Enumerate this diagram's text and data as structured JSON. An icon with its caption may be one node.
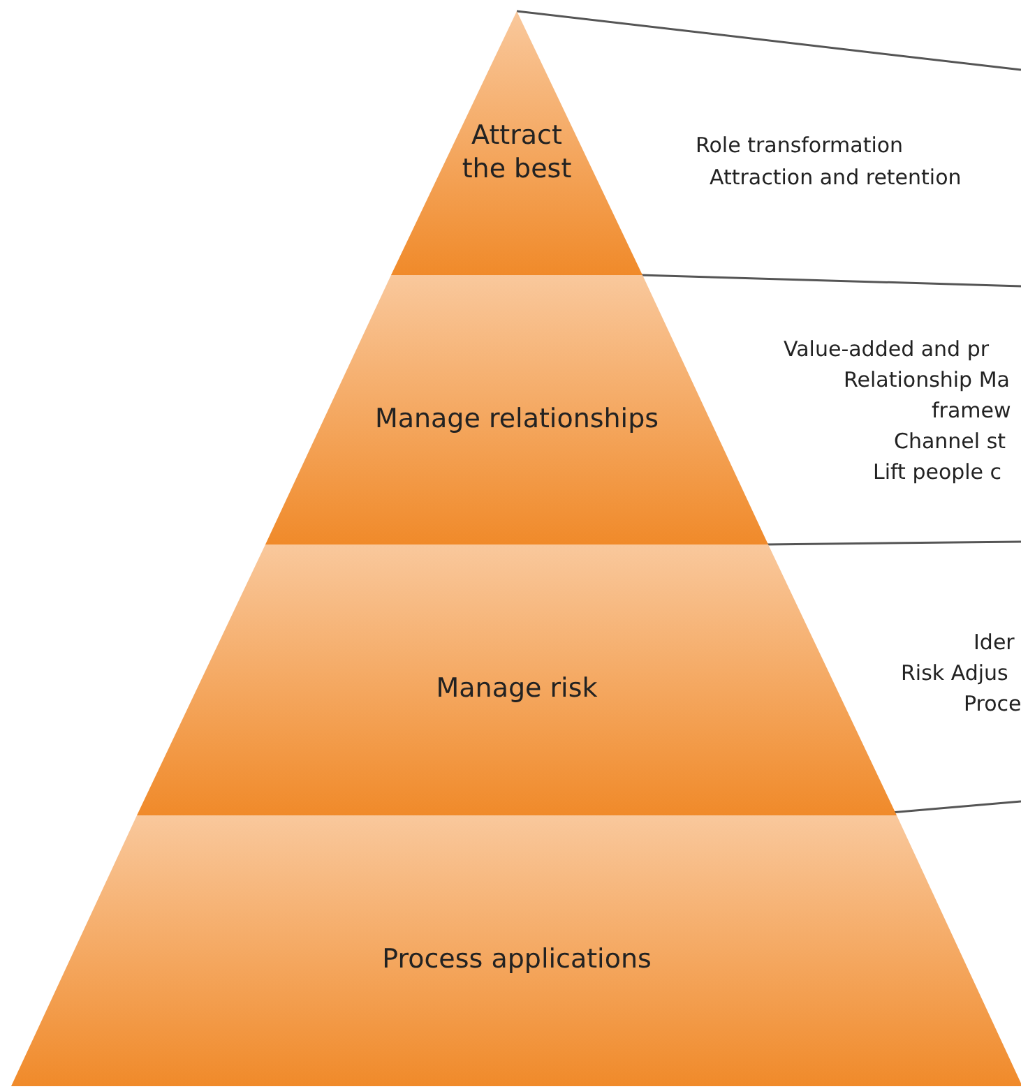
{
  "diagram": {
    "nodes": [
      {
        "text": [
          "Attract the best"
        ]
      },
      {
        "text": [
          "Manage relationships"
        ]
      },
      {
        "text": [
          "Manage risk"
        ]
      },
      {
        "text": [
          "Process applications"
        ]
      }
    ],
    "labels": [
      "Role transformation",
      "Attraction and retention",
      "Value-added and pr",
      "Relationship Ma",
      "framew",
      "Channel st",
      "Lift people c",
      "Ider",
      "Risk Adjus",
      "Proce"
    ]
  }
}
